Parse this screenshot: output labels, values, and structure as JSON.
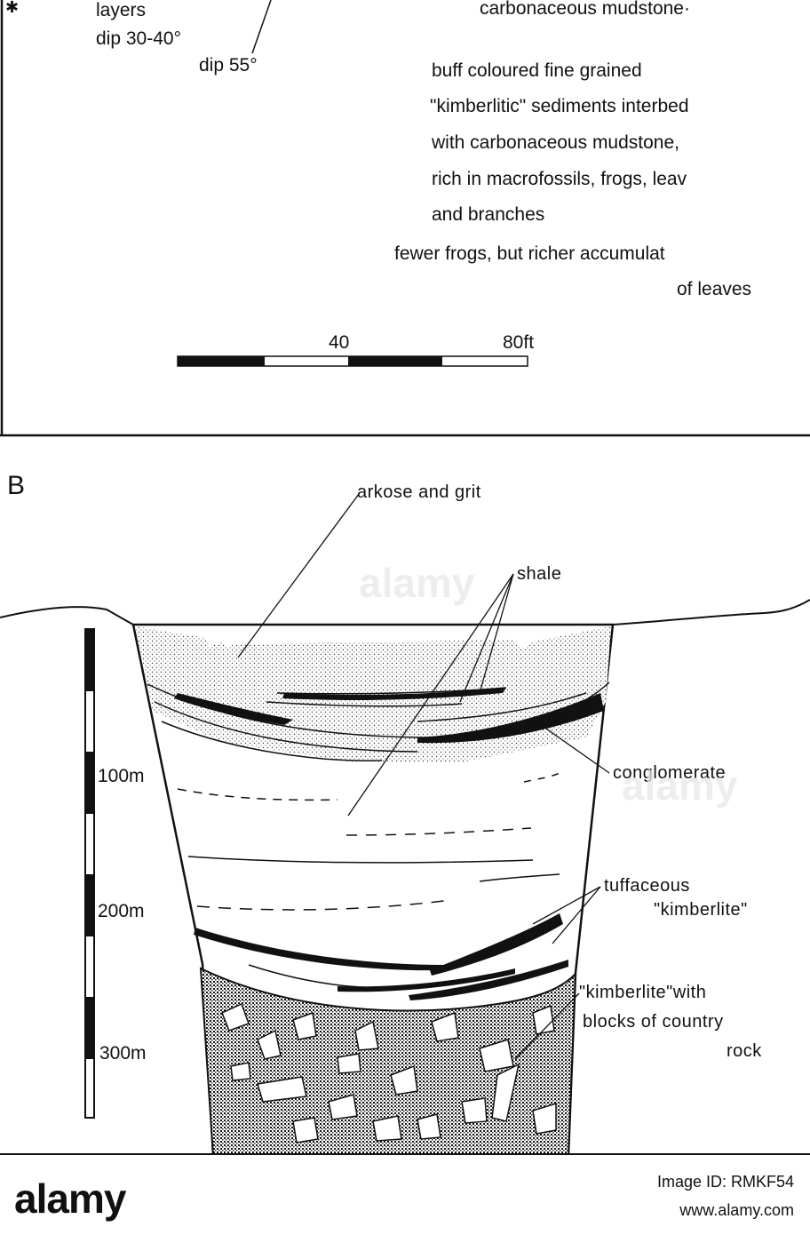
{
  "panel_a": {
    "legend": {
      "layers": "layers",
      "dip1": "dip 30-40°",
      "dip2": "dip 55°"
    },
    "notes": [
      "carbonaceous mudstone·",
      "buff coloured fine grained",
      "\"kimberlitic\" sediments interbed",
      "with carbonaceous mudstone,",
      "rich in macrofossils, frogs, leav",
      "and branches",
      "fewer frogs, but richer accumulat",
      "of leaves"
    ],
    "scalebar": {
      "mark1": "40",
      "mark2": "80ft"
    }
  },
  "panel_b": {
    "letter": "B",
    "labels": {
      "arkose": "arkose and grit",
      "shale": "shale",
      "conglomerate": "conglomerate",
      "tuff1": "tuffaceous",
      "tuff2": "\"kimberlite\"",
      "kimb1": "\"kimberlite\"with",
      "kimb2": "blocks of country",
      "kimb3": "rock"
    },
    "depth_scale": [
      "100m",
      "200m",
      "300m"
    ]
  },
  "watermark": "alamy",
  "footer": {
    "brand": "alamy",
    "image_id": "Image ID: RMKF54",
    "site": "www.alamy.com"
  }
}
